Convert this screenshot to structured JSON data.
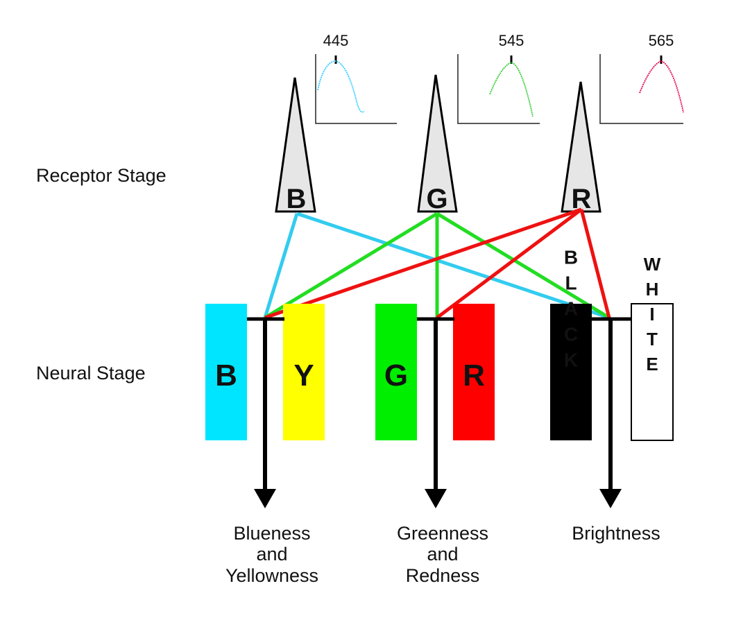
{
  "stage_labels": {
    "receptor": "Receptor Stage",
    "neural": "Neural Stage"
  },
  "receptors": [
    {
      "letter": "B",
      "peak": "445",
      "curve_color": "#33ccff"
    },
    {
      "letter": "G",
      "peak": "545",
      "curve_color": "#33cc33"
    },
    {
      "letter": "R",
      "peak": "565",
      "curve_color": "#e8004f"
    }
  ],
  "neural_cells": [
    {
      "letter": "B",
      "fill": "#00e5ff",
      "text_color": "#000000"
    },
    {
      "letter": "Y",
      "fill": "#ffff00",
      "text_color": "#000000"
    },
    {
      "letter": "G",
      "fill": "#00ee00",
      "text_color": "#000000"
    },
    {
      "letter": "R",
      "fill": "#ff0000",
      "text_color": "#000000"
    },
    {
      "letter": "BLACK",
      "fill": "#000000",
      "text_color": "#ffffff"
    },
    {
      "letter": "WHITE",
      "fill": "#ffffff",
      "text_color": "#000000"
    }
  ],
  "outputs": [
    {
      "line1": "Blueness",
      "line2": "and",
      "line3": "Yellowness"
    },
    {
      "line1": "Greenness",
      "line2": "and",
      "line3": "Redness"
    },
    {
      "line1": "Brightness",
      "line2": "",
      "line3": ""
    }
  ],
  "connection_colors": {
    "blue": "#33ccee",
    "green": "#22dd22",
    "red": "#ee1111"
  }
}
